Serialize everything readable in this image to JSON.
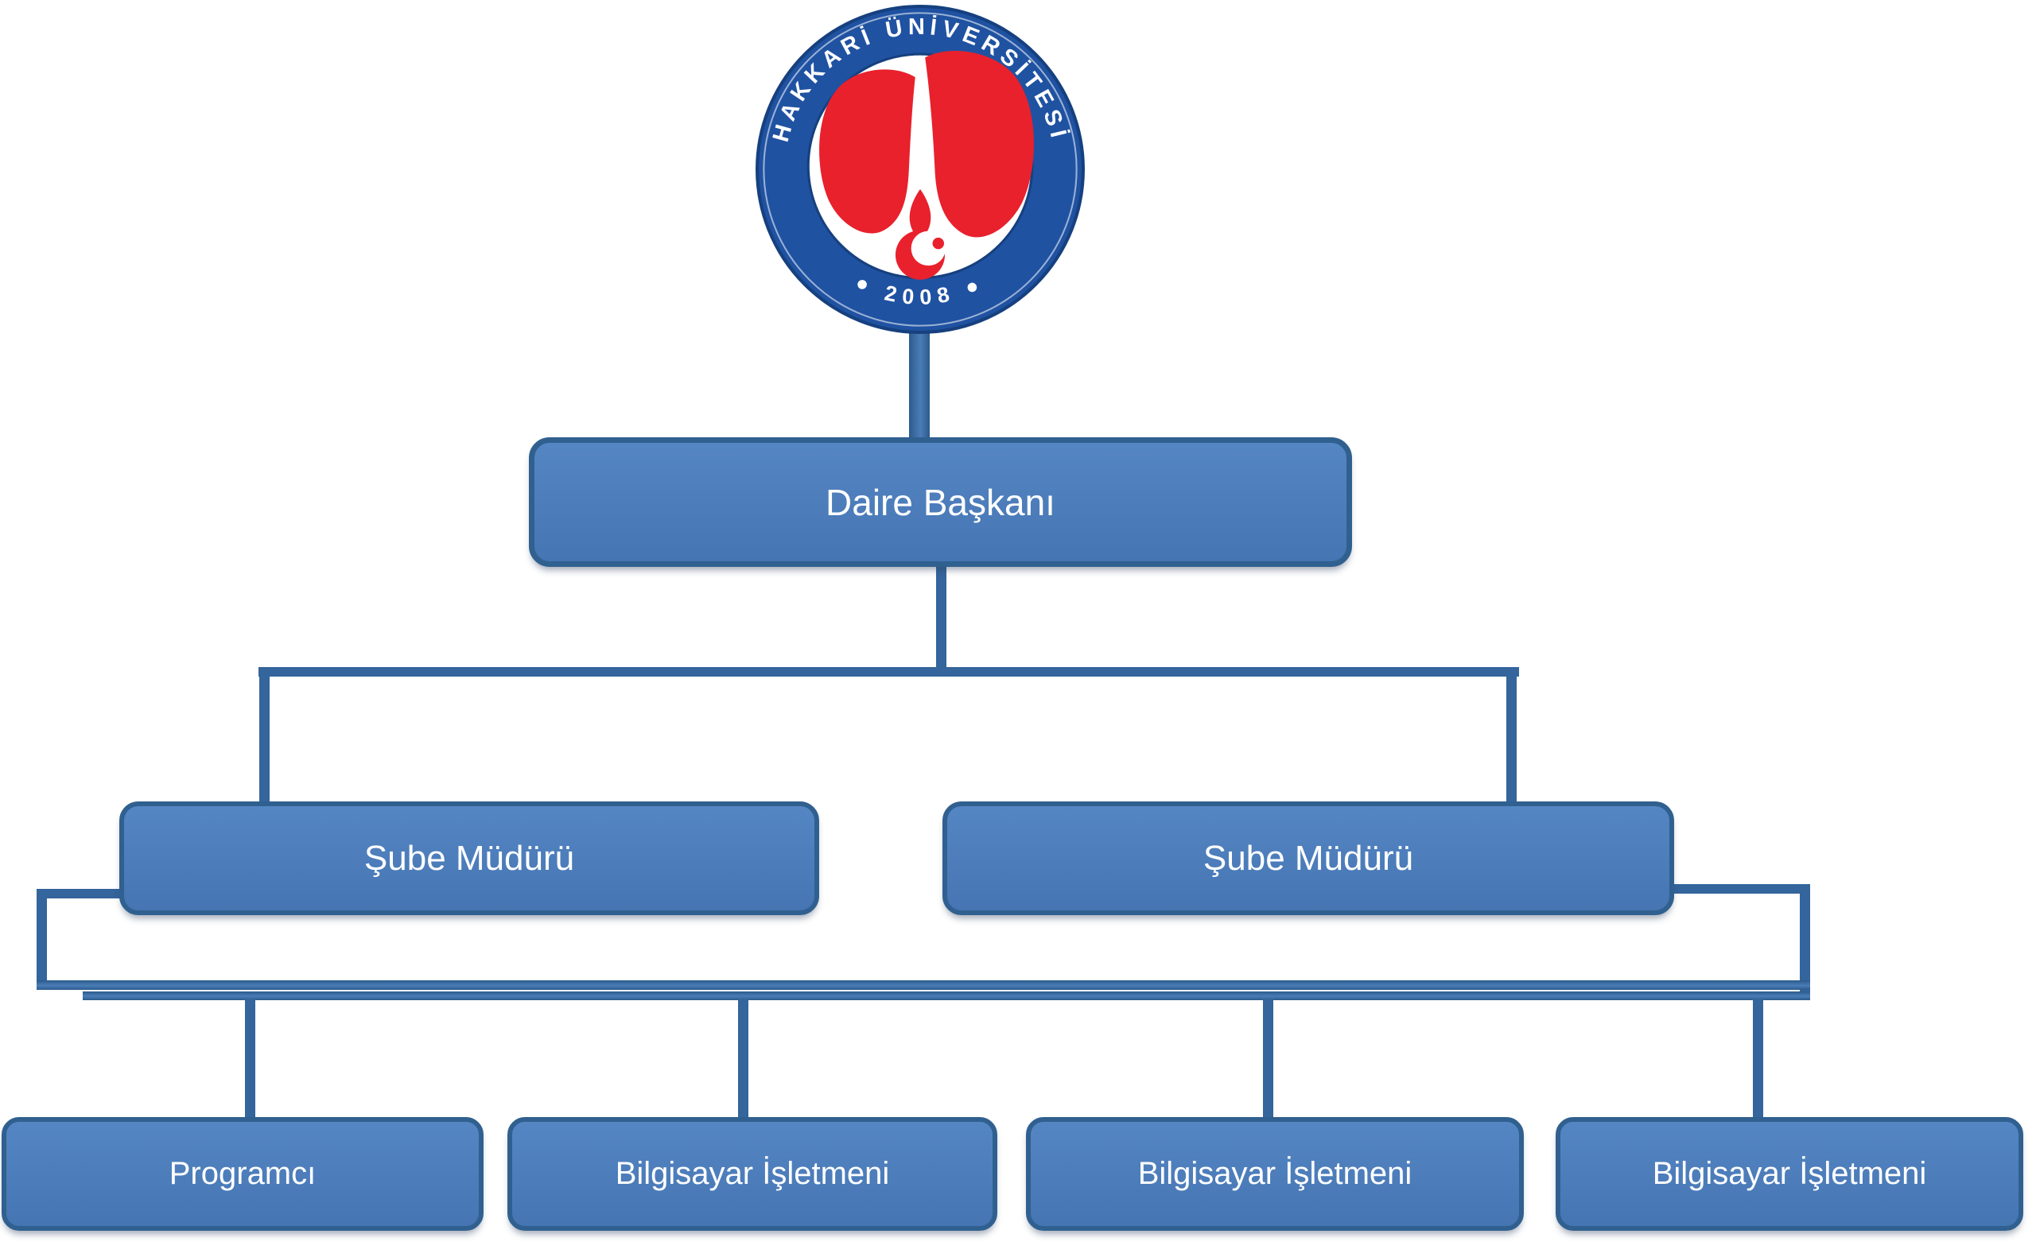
{
  "logo": {
    "ring_text": "HAKKARİ ÜNİVERSİTESİ",
    "year": "2008",
    "year_display": "● 2008 ●"
  },
  "org": {
    "root": {
      "label": "Daire Başkanı"
    },
    "managers": [
      {
        "label": "Şube Müdürü"
      },
      {
        "label": "Şube Müdürü"
      }
    ],
    "staff": [
      {
        "label": "Programcı"
      },
      {
        "label": "Bilgisayar İşletmeni"
      },
      {
        "label": "Bilgisayar İşletmeni"
      },
      {
        "label": "Bilgisayar İşletmeni"
      }
    ]
  },
  "colors": {
    "node_fill": "#4e7ebd",
    "node_border": "#30608f",
    "connector": "#34659c",
    "logo_blue": "#2052a2",
    "logo_dark_blue": "#16407f",
    "logo_red": "#e8212d",
    "text": "#ffffff",
    "background": "#ffffff"
  }
}
